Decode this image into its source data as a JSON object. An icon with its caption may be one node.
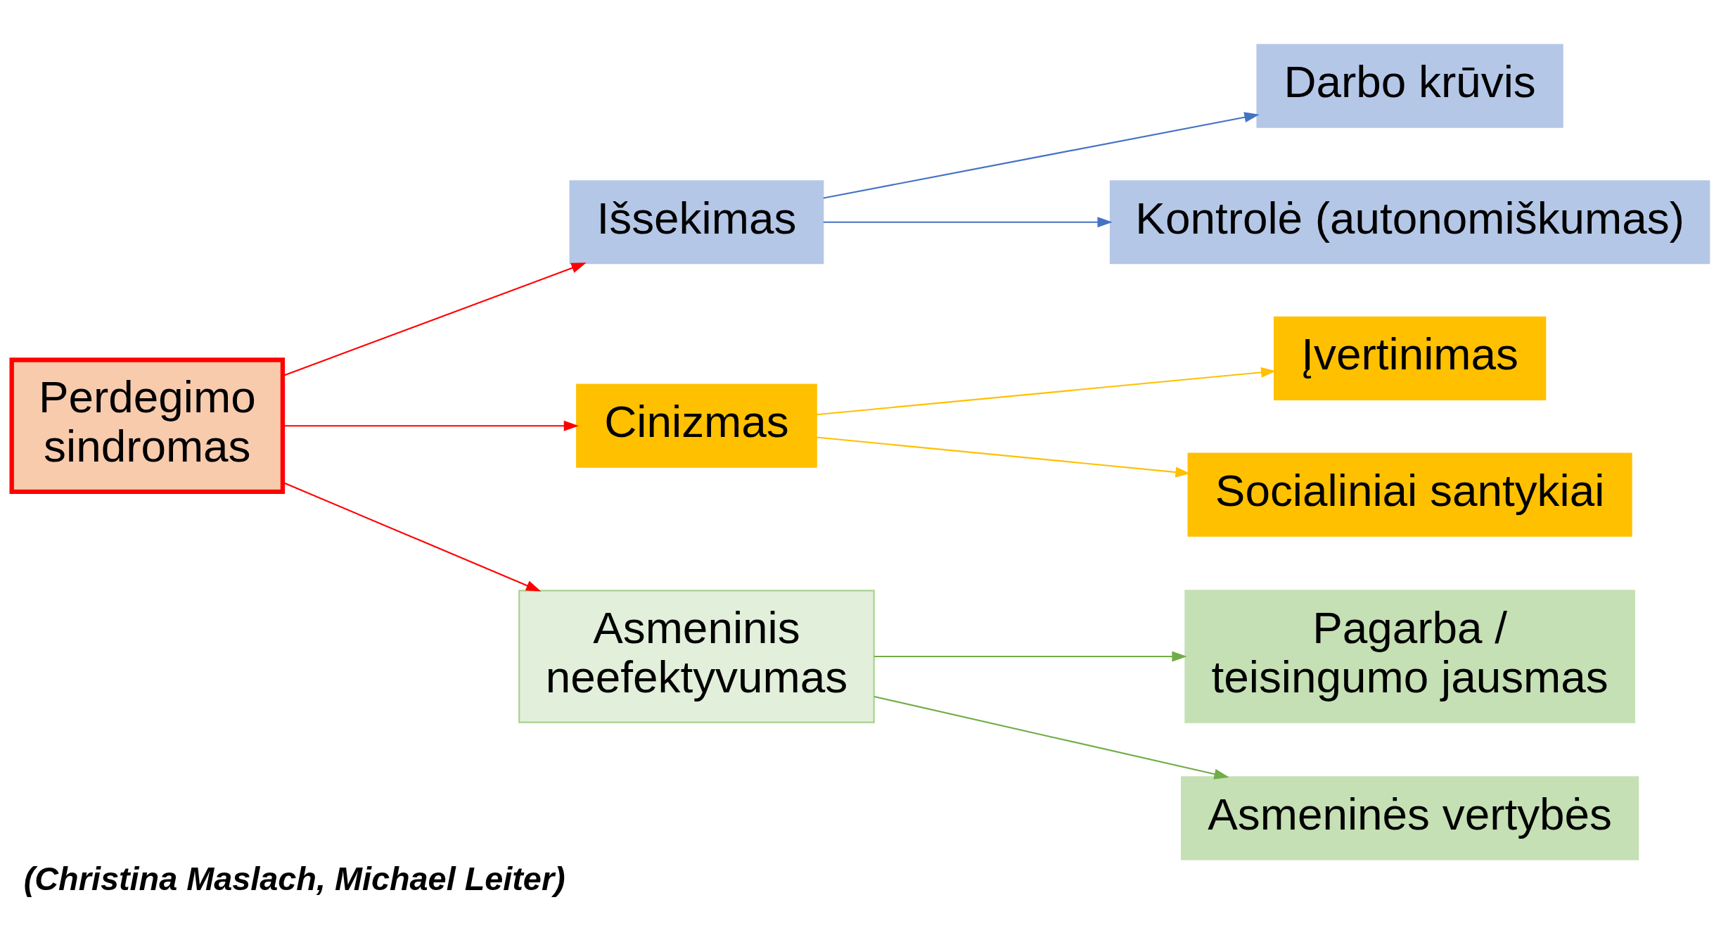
{
  "diagram": {
    "caption": "(Christina Maslach, Michael Leiter)",
    "nodes": [
      {
        "text": [
          "Perdegimo sindromas"
        ]
      },
      {
        "text": [
          "Išsekimas"
        ]
      },
      {
        "text": [
          "Cinizmas"
        ]
      },
      {
        "text": [
          "Asmeninis neefektyvumas"
        ]
      },
      {
        "text": [
          "Darbo krūvis"
        ]
      },
      {
        "text": [
          "Kontrolė (autonomiškumas)"
        ]
      },
      {
        "text": [
          "Įvertinimas"
        ]
      },
      {
        "text": [
          "Socialiniai santykiai"
        ]
      },
      {
        "text": [
          "Pagarba / teisingumo jausmas"
        ]
      },
      {
        "text": [
          "Asmeninės vertybės"
        ]
      }
    ],
    "edges": [
      {
        "from": 0,
        "to": 1,
        "arrow": "to",
        "color": "#ff0000"
      },
      {
        "from": 0,
        "to": 2,
        "arrow": "to",
        "color": "#ff0000"
      },
      {
        "from": 0,
        "to": 3,
        "arrow": "to",
        "color": "#ff0000"
      },
      {
        "from": 1,
        "to": 4,
        "arrow": "to",
        "color": "#4472c4"
      },
      {
        "from": 1,
        "to": 5,
        "arrow": "to",
        "color": "#4472c4"
      },
      {
        "from": 2,
        "to": 6,
        "arrow": "to",
        "color": "#ffc000"
      },
      {
        "from": 2,
        "to": 7,
        "arrow": "to",
        "color": "#ffc000"
      },
      {
        "from": 3,
        "to": 8,
        "arrow": "to",
        "color": "#70ad47"
      },
      {
        "from": 3,
        "to": 9,
        "arrow": "to",
        "color": "#70ad47"
      }
    ]
  }
}
